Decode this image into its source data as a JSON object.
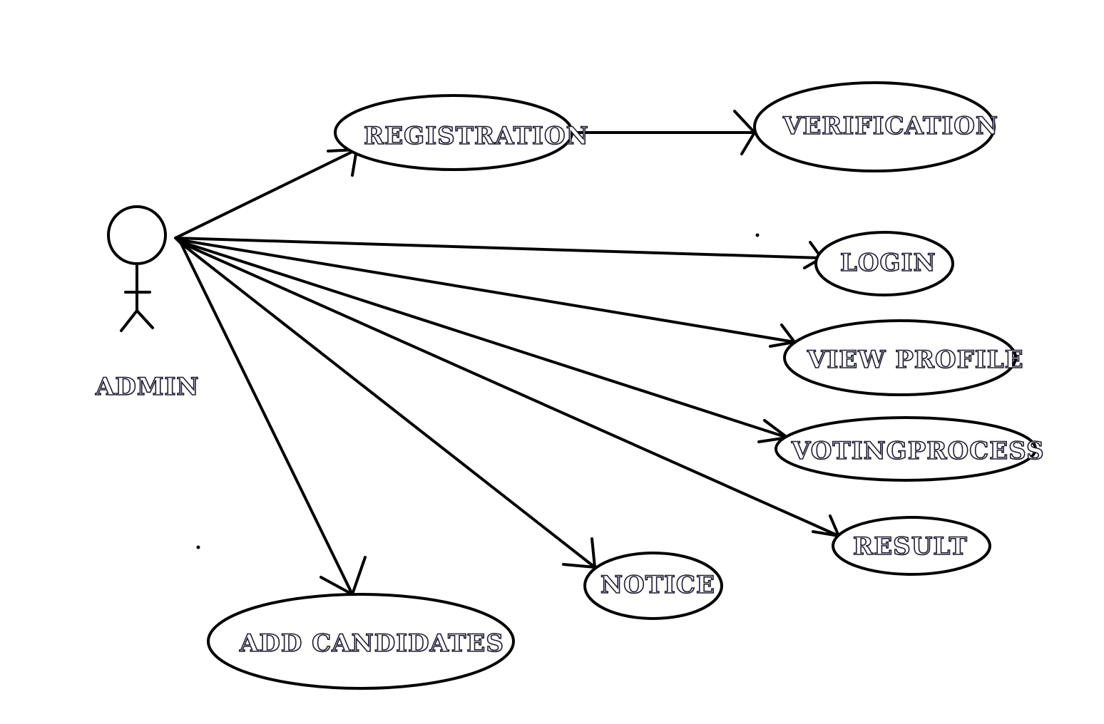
{
  "diagram": {
    "type": "use-case",
    "actor": {
      "label": "ADMIN"
    },
    "use_cases": [
      {
        "id": "registration",
        "label": "REGISTRATION"
      },
      {
        "id": "verification",
        "label": "VERIFICATION"
      },
      {
        "id": "login",
        "label": "LOGIN"
      },
      {
        "id": "view_profile",
        "label": "VIEW PROFILE"
      },
      {
        "id": "voting_process",
        "label": "VOTINGPROCESS"
      },
      {
        "id": "result",
        "label": "RESULT"
      },
      {
        "id": "notice",
        "label": "NOTICE"
      },
      {
        "id": "add_candidates",
        "label": "ADD CANDIDATES"
      }
    ],
    "edges": [
      {
        "from": "admin",
        "to": "registration"
      },
      {
        "from": "registration",
        "to": "verification"
      },
      {
        "from": "admin",
        "to": "login"
      },
      {
        "from": "admin",
        "to": "view_profile"
      },
      {
        "from": "admin",
        "to": "voting_process"
      },
      {
        "from": "admin",
        "to": "result"
      },
      {
        "from": "admin",
        "to": "notice"
      },
      {
        "from": "admin",
        "to": "add_candidates"
      }
    ],
    "colors": {
      "line": "#000000",
      "text_outline": "#1a1a2e",
      "background": "#ffffff"
    }
  }
}
